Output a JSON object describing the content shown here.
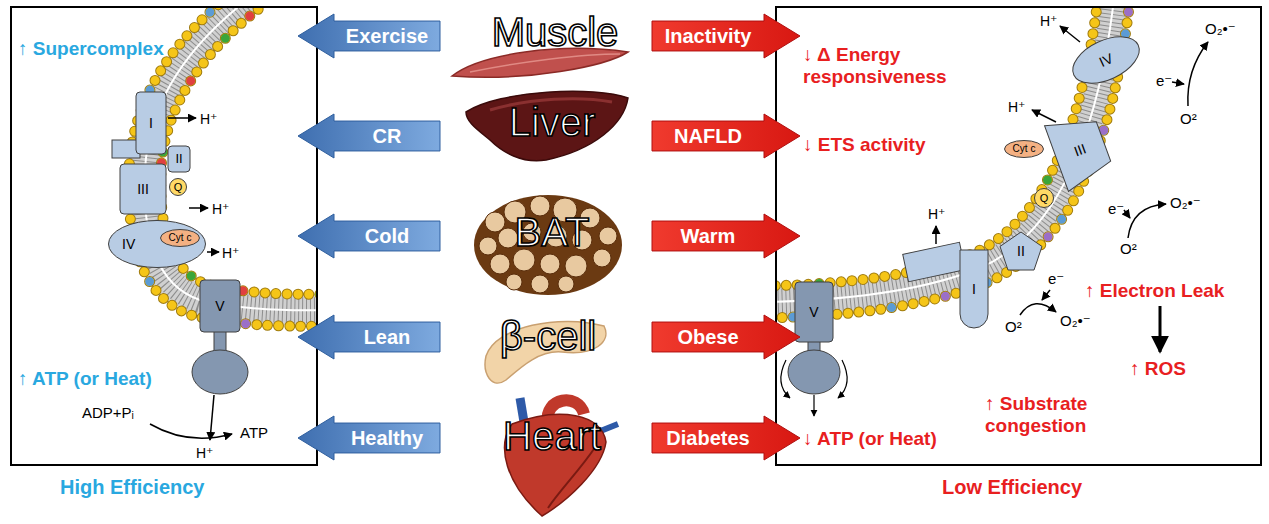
{
  "diagram": {
    "nodes": [
      {
        "text": [
          "High Efficiency"
        ]
      },
      {
        "text": [
          "I"
        ],
        "in": 0
      },
      {
        "text": [
          "II"
        ],
        "in": 0
      },
      {
        "text": [
          "Q"
        ],
        "in": 0
      },
      {
        "text": [
          "III"
        ],
        "in": 0
      },
      {
        "text": [
          "IV"
        ],
        "in": 0
      },
      {
        "text": [
          "Cyt c"
        ],
        "in": 5
      },
      {
        "text": [
          "V"
        ],
        "in": 0
      },
      {
        "text": [
          "Exercise"
        ]
      },
      {
        "text": [
          "CR"
        ]
      },
      {
        "text": [
          "Cold"
        ]
      },
      {
        "text": [
          "Lean"
        ]
      },
      {
        "text": [
          "Healthy"
        ]
      },
      {
        "text": [
          "Inactivity"
        ]
      },
      {
        "text": [
          "NAFLD"
        ]
      },
      {
        "text": [
          "Warm"
        ]
      },
      {
        "text": [
          "Obese"
        ]
      },
      {
        "text": [
          "Diabetes"
        ]
      },
      {
        "text": [
          "Low Efficiency"
        ]
      },
      {
        "text": [
          "IV"
        ],
        "in": 18
      },
      {
        "text": [
          "Cyt c"
        ],
        "in": 18
      },
      {
        "text": [
          "III"
        ],
        "in": 18
      },
      {
        "text": [
          "Q"
        ],
        "in": 18
      },
      {
        "text": [
          "II"
        ],
        "in": 18
      },
      {
        "text": [
          "I"
        ],
        "in": 18
      },
      {
        "text": [
          "V"
        ],
        "in": 18
      }
    ],
    "labels": [
      "Muscle",
      "Liver",
      "BAT",
      "β-cell",
      "Heart",
      "↑ Supercomplex",
      "↑ ATP (or Heat)",
      "ADP+Pᵢ",
      "ATP",
      "H⁺",
      "H⁺",
      "H⁺",
      "H⁺",
      "↓ Δ Energy responsiveness",
      "↓ ETS activity",
      "↑ Electron Leak",
      "↑ ROS",
      "↑ Substrate congestion",
      "↓ ATP (or Heat)",
      "H⁺",
      "H⁺",
      "H⁺",
      "O₂•⁻",
      "e⁻",
      "O²",
      "O₂•⁻",
      "e⁻",
      "O²",
      "e⁻",
      "O₂•⁻",
      "O²"
    ]
  }
}
